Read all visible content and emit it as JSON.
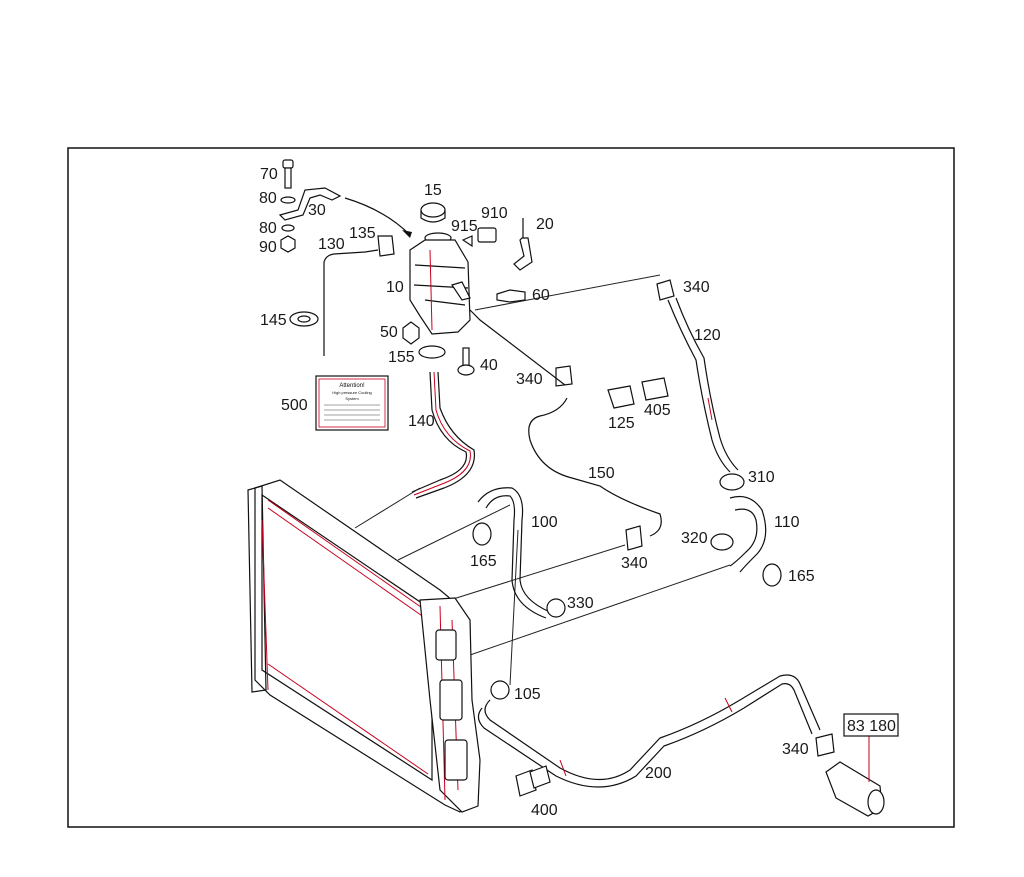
{
  "labels": {
    "p70": "70",
    "p80a": "80",
    "p30": "30",
    "p80b": "80",
    "p90": "90",
    "p15": "15",
    "p915": "915",
    "p910": "910",
    "p20": "20",
    "p135": "135",
    "p130": "130",
    "p10": "10",
    "p60": "60",
    "p340a": "340",
    "p120": "120",
    "p145": "145",
    "p50": "50",
    "p155": "155",
    "p40": "40",
    "p340b": "340",
    "p125": "125",
    "p405": "405",
    "p500": "500",
    "p140": "140",
    "p150": "150",
    "p310": "310",
    "p110": "110",
    "p100": "100",
    "p320": "320",
    "p165a": "165",
    "p340c": "340",
    "p165b": "165",
    "p330": "330",
    "p105": "105",
    "p200": "200",
    "p340d": "340",
    "p83180": "83 180",
    "p400": "400"
  },
  "label500": {
    "line1": "Attention!",
    "line2": "High pressure Cooling",
    "line3": "System"
  },
  "colors": {
    "frame": "#111111",
    "highlight": "#c8001e",
    "text": "#1a1a1a"
  }
}
